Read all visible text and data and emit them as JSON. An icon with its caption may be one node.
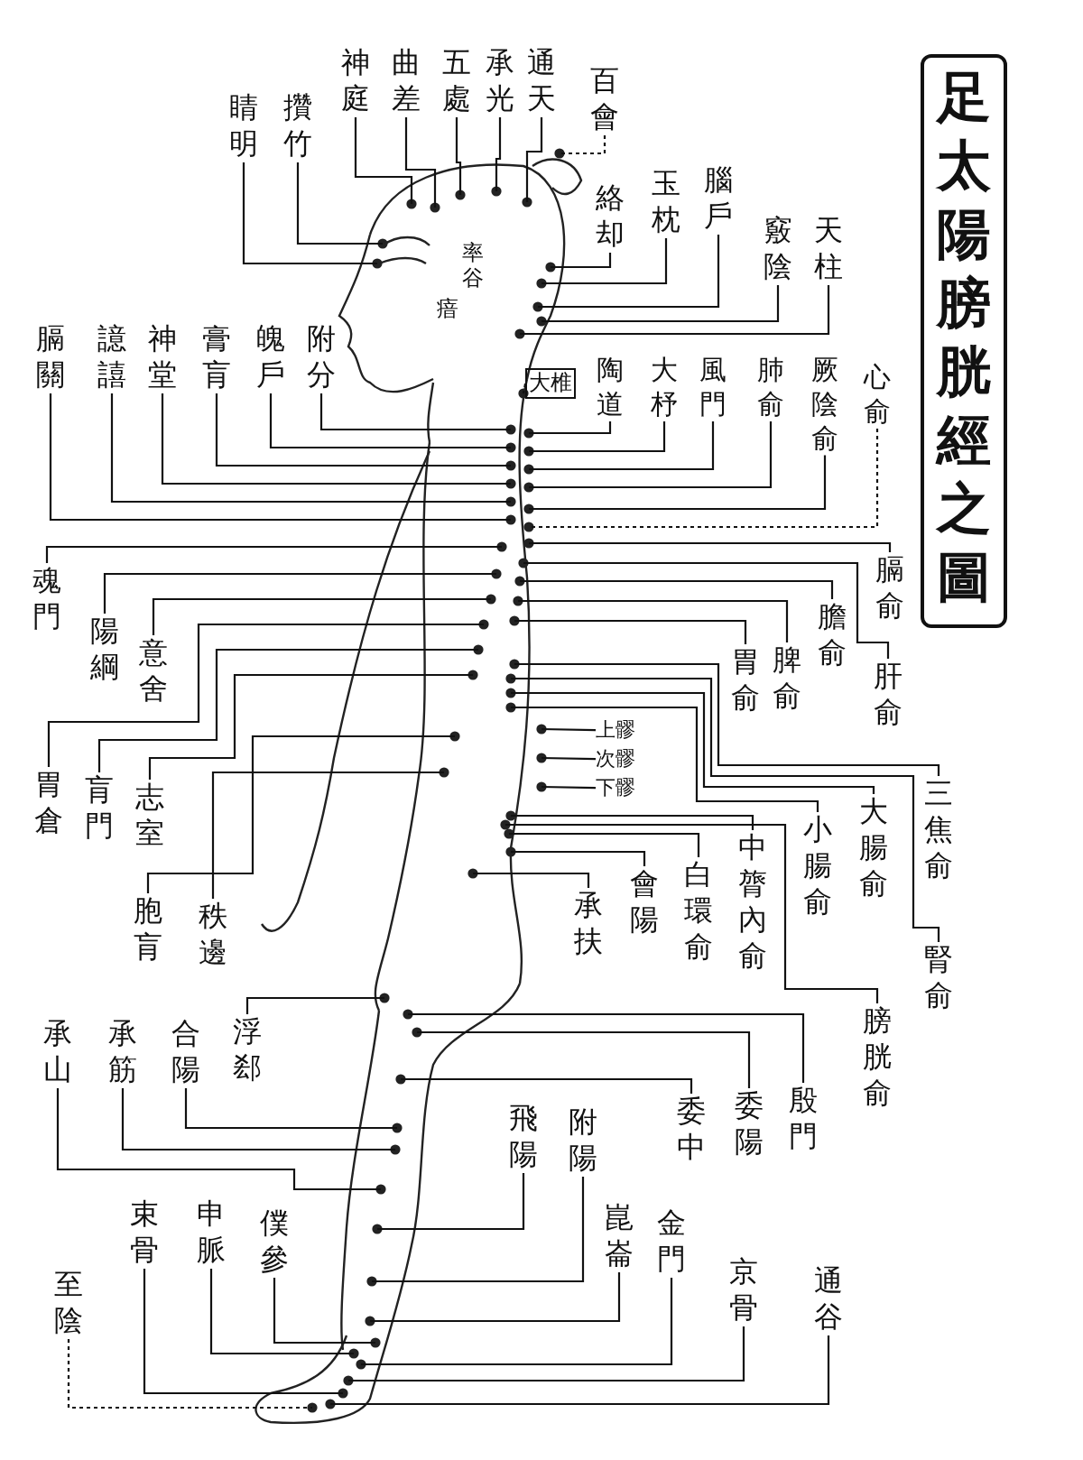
{
  "diagram": {
    "title": "足太陽膀胱經之圖",
    "nodes": [
      {
        "text": [
          "睛明"
        ]
      },
      {
        "text": [
          "攢竹"
        ]
      },
      {
        "text": [
          "神庭"
        ]
      },
      {
        "text": [
          "曲差"
        ]
      },
      {
        "text": [
          "五處"
        ]
      },
      {
        "text": [
          "承光"
        ]
      },
      {
        "text": [
          "通天"
        ]
      },
      {
        "text": [
          "百會"
        ]
      },
      {
        "text": [
          "絡却"
        ]
      },
      {
        "text": [
          "玉枕"
        ]
      },
      {
        "text": [
          "腦戶"
        ]
      },
      {
        "text": [
          "竅陰"
        ]
      },
      {
        "text": [
          "天柱"
        ]
      },
      {
        "text": [
          "大椎"
        ]
      },
      {
        "text": [
          "陶道"
        ]
      },
      {
        "text": [
          "大杼"
        ]
      },
      {
        "text": [
          "風門"
        ]
      },
      {
        "text": [
          "肺俞"
        ]
      },
      {
        "text": [
          "厥陰俞"
        ]
      },
      {
        "text": [
          "心俞"
        ]
      },
      {
        "text": [
          "膈俞"
        ]
      },
      {
        "text": [
          "肝俞"
        ]
      },
      {
        "text": [
          "膽俞"
        ]
      },
      {
        "text": [
          "脾俞"
        ]
      },
      {
        "text": [
          "胃俞"
        ]
      },
      {
        "text": [
          "三焦俞"
        ]
      },
      {
        "text": [
          "腎俞"
        ]
      },
      {
        "text": [
          "大腸俞"
        ]
      },
      {
        "text": [
          "小腸俞"
        ]
      },
      {
        "text": [
          "中膂內俞"
        ]
      },
      {
        "text": [
          "白環俞"
        ]
      },
      {
        "text": [
          "上髎"
        ]
      },
      {
        "text": [
          "次髎"
        ]
      },
      {
        "text": [
          "下髎"
        ]
      },
      {
        "text": [
          "會陽"
        ]
      },
      {
        "text": [
          "承扶"
        ]
      },
      {
        "text": [
          "膀胱俞"
        ]
      },
      {
        "text": [
          "殷門"
        ]
      },
      {
        "text": [
          "委陽"
        ]
      },
      {
        "text": [
          "委中"
        ]
      },
      {
        "text": [
          "附陽"
        ]
      },
      {
        "text": [
          "飛陽"
        ]
      },
      {
        "text": [
          "崑崙"
        ]
      },
      {
        "text": [
          "金門"
        ]
      },
      {
        "text": [
          "京骨"
        ]
      },
      {
        "text": [
          "通谷"
        ]
      },
      {
        "text": [
          "膈關"
        ]
      },
      {
        "text": [
          "譩譆"
        ]
      },
      {
        "text": [
          "神堂"
        ]
      },
      {
        "text": [
          "膏肓"
        ]
      },
      {
        "text": [
          "魄戶"
        ]
      },
      {
        "text": [
          "附分"
        ]
      },
      {
        "text": [
          "魂門"
        ]
      },
      {
        "text": [
          "陽綱"
        ]
      },
      {
        "text": [
          "意舍"
        ]
      },
      {
        "text": [
          "胃倉"
        ]
      },
      {
        "text": [
          "肓門"
        ]
      },
      {
        "text": [
          "志室"
        ]
      },
      {
        "text": [
          "胞肓"
        ]
      },
      {
        "text": [
          "秩邊"
        ]
      },
      {
        "text": [
          "浮郄"
        ]
      },
      {
        "text": [
          "合陽"
        ]
      },
      {
        "text": [
          "承筋"
        ]
      },
      {
        "text": [
          "承山"
        ]
      },
      {
        "text": [
          "束骨"
        ]
      },
      {
        "text": [
          "申脈"
        ]
      },
      {
        "text": [
          "僕參"
        ]
      },
      {
        "text": [
          "至陰"
        ]
      }
    ],
    "edges": [
      {
        "from": 0,
        "to": null,
        "arrow": "none"
      },
      {
        "from": 1,
        "to": null,
        "arrow": "none"
      },
      {
        "from": 2,
        "to": null,
        "arrow": "none"
      },
      {
        "from": 3,
        "to": null,
        "arrow": "none"
      },
      {
        "from": 4,
        "to": null,
        "arrow": "none"
      },
      {
        "from": 5,
        "to": null,
        "arrow": "none"
      },
      {
        "from": 6,
        "to": null,
        "arrow": "none"
      },
      {
        "from": 7,
        "to": null,
        "arrow": "none",
        "style": "dashed"
      },
      {
        "from": 8,
        "to": null,
        "arrow": "none"
      },
      {
        "from": 9,
        "to": null,
        "arrow": "none"
      },
      {
        "from": 10,
        "to": null,
        "arrow": "none"
      },
      {
        "from": 11,
        "to": null,
        "arrow": "none"
      },
      {
        "from": 12,
        "to": null,
        "arrow": "none"
      },
      {
        "from": 13,
        "to": null,
        "arrow": "none",
        "style": "dashed"
      },
      {
        "from": 14,
        "to": null,
        "arrow": "none"
      },
      {
        "from": 15,
        "to": null,
        "arrow": "none"
      },
      {
        "from": 16,
        "to": null,
        "arrow": "none"
      },
      {
        "from": 17,
        "to": null,
        "arrow": "none"
      },
      {
        "from": 18,
        "to": null,
        "arrow": "none"
      },
      {
        "from": 19,
        "to": null,
        "arrow": "none",
        "style": "dashed"
      },
      {
        "from": 20,
        "to": null,
        "arrow": "none"
      },
      {
        "from": 21,
        "to": null,
        "arrow": "none"
      },
      {
        "from": 22,
        "to": null,
        "arrow": "none"
      },
      {
        "from": 23,
        "to": null,
        "arrow": "none"
      },
      {
        "from": 24,
        "to": null,
        "arrow": "none"
      },
      {
        "from": 25,
        "to": null,
        "arrow": "none"
      },
      {
        "from": 26,
        "to": null,
        "arrow": "none"
      },
      {
        "from": 27,
        "to": null,
        "arrow": "none"
      },
      {
        "from": 28,
        "to": null,
        "arrow": "none"
      },
      {
        "from": 29,
        "to": null,
        "arrow": "none"
      },
      {
        "from": 30,
        "to": null,
        "arrow": "none"
      },
      {
        "from": 31,
        "to": null,
        "arrow": "none"
      },
      {
        "from": 32,
        "to": null,
        "arrow": "none"
      },
      {
        "from": 33,
        "to": null,
        "arrow": "none"
      },
      {
        "from": 34,
        "to": null,
        "arrow": "none"
      },
      {
        "from": 35,
        "to": null,
        "arrow": "none"
      },
      {
        "from": 36,
        "to": null,
        "arrow": "none"
      },
      {
        "from": 37,
        "to": null,
        "arrow": "none"
      },
      {
        "from": 38,
        "to": null,
        "arrow": "none"
      },
      {
        "from": 39,
        "to": null,
        "arrow": "none"
      },
      {
        "from": 40,
        "to": null,
        "arrow": "none"
      },
      {
        "from": 41,
        "to": null,
        "arrow": "none"
      },
      {
        "from": 42,
        "to": null,
        "arrow": "none"
      },
      {
        "from": 43,
        "to": null,
        "arrow": "none"
      },
      {
        "from": 44,
        "to": null,
        "arrow": "none"
      },
      {
        "from": 45,
        "to": null,
        "arrow": "none"
      },
      {
        "from": 46,
        "to": null,
        "arrow": "none"
      },
      {
        "from": 47,
        "to": null,
        "arrow": "none"
      },
      {
        "from": 48,
        "to": null,
        "arrow": "none"
      },
      {
        "from": 49,
        "to": null,
        "arrow": "none"
      },
      {
        "from": 50,
        "to": null,
        "arrow": "none"
      },
      {
        "from": 51,
        "to": null,
        "arrow": "none"
      },
      {
        "from": 52,
        "to": null,
        "arrow": "none"
      },
      {
        "from": 53,
        "to": null,
        "arrow": "none"
      },
      {
        "from": 54,
        "to": null,
        "arrow": "none"
      },
      {
        "from": 55,
        "to": null,
        "arrow": "none"
      },
      {
        "from": 56,
        "to": null,
        "arrow": "none"
      },
      {
        "from": 57,
        "to": null,
        "arrow": "none"
      },
      {
        "from": 58,
        "to": null,
        "arrow": "none"
      },
      {
        "from": 59,
        "to": null,
        "arrow": "none"
      },
      {
        "from": 60,
        "to": null,
        "arrow": "none"
      },
      {
        "from": 61,
        "to": null,
        "arrow": "none"
      },
      {
        "from": 62,
        "to": null,
        "arrow": "none"
      },
      {
        "from": 63,
        "to": null,
        "arrow": "none"
      },
      {
        "from": 64,
        "to": null,
        "arrow": "none"
      },
      {
        "from": 65,
        "to": null,
        "arrow": "none"
      },
      {
        "from": 66,
        "to": null,
        "arrow": "none"
      },
      {
        "from": 67,
        "to": null,
        "arrow": "none",
        "style": "dashed"
      }
    ],
    "labels": [
      "率谷",
      "瘖"
    ]
  }
}
